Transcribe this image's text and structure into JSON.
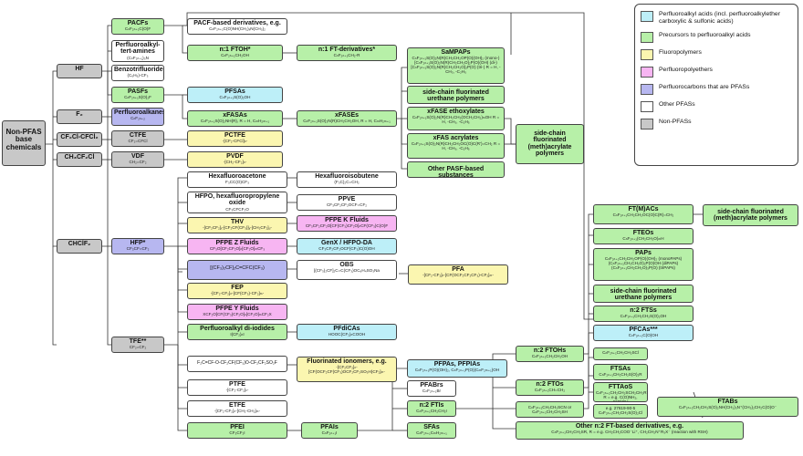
{
  "colors": {
    "gray": "#c8c8c8",
    "green": "#b7f0a8",
    "cyan": "#bdeff8",
    "yellow": "#fbf6b0",
    "pink": "#f7b5f2",
    "purple": "#b7b7f0",
    "white": "#ffffff"
  },
  "legend": [
    {
      "label": "Perfluoroalkyl acids (incl. perfluoroalkylether carboxylic & sulfonic acids)",
      "color": "#bdeff8"
    },
    {
      "label": "Precursors to perfluoroalkyl acids",
      "color": "#b7f0a8"
    },
    {
      "label": "Fluoropolymers",
      "color": "#fbf6b0"
    },
    {
      "label": "Perfluoropolyethers",
      "color": "#f7b5f2"
    },
    {
      "label": "Perfluorocarbons that are PFASs",
      "color": "#b7b7f0"
    },
    {
      "label": "Other PFASs",
      "color": "#ffffff"
    },
    {
      "label": "Non-PFASs",
      "color": "#c8c8c8"
    }
  ],
  "nodes": {
    "root": {
      "title": "Non-PFAS base chemicals",
      "formula": ""
    },
    "hf": {
      "title": "HF",
      "formula": ""
    },
    "f2": {
      "title": "F₂",
      "formula": ""
    },
    "cf2cfcl": {
      "title": "CF₂Cl-CFCl₂",
      "formula": ""
    },
    "ch3ccl": {
      "title": "CH₃CF₂Cl",
      "formula": ""
    },
    "chclf2": {
      "title": "CHClF₂",
      "formula": ""
    },
    "pacfs": {
      "title": "PACFs",
      "formula": "CₙF₂ₙ₊₁C(O)F"
    },
    "pfamines": {
      "title": "Perfluoroalkyl-tert-amines",
      "formula": "(CₙF₂ₙ₊₁)₃N"
    },
    "benzotri": {
      "title": "Benzotrifluoride",
      "formula": "(C₆H₅)-CF₃"
    },
    "pasfs": {
      "title": "PASFs",
      "formula": "CₙF₂ₙ₊₁S(O)₂F"
    },
    "pfalkanes": {
      "title": "Perfluoroalkanes",
      "formula": "CₙF₂ₙ₊₂"
    },
    "ctfe": {
      "title": "CTFE",
      "formula": "CF₂=CFCl"
    },
    "vdf": {
      "title": "VDF",
      "formula": "CH₂=CF₂"
    },
    "hfp": {
      "title": "HFP*",
      "formula": "CF₃CF=CF₂"
    },
    "tfe": {
      "title": "TFE**",
      "formula": "CF₂=CF₂"
    },
    "pacfder": {
      "title": "PACF-based derivatives, e.g.",
      "formula": "CₙF₂ₙ₊₁C(O)NH(CH₂)ₓN(CH₃)₂"
    },
    "ftoh": {
      "title": "n:1 FTOH*",
      "formula": "CₙF₂ₙ₊₁CH₂OH"
    },
    "n1ftder": {
      "title": "n:1 FT-derivatives*",
      "formula": "CₙF₂ₙ₊₁CH₂-R"
    },
    "pfsas": {
      "title": "PFSAs",
      "formula": "CₙF₂ₙ₊₁S(O)₂OH"
    },
    "xfasas": {
      "title": "xFASAs",
      "formula": "CₙF₂ₙ₊₁S(O)₂NH(R), R = H, CₘH₂ₘ₊₁"
    },
    "xfases": {
      "title": "xFASEs",
      "formula": "CₙF₂ₙ₊₁S(O)₂N(R)CH₂CH₂OH, R = H, CₘH₂ₘ₊₁"
    },
    "sampaps": {
      "title": "SaMPAPs",
      "formula": "CₙF₂ₙ₊₁S(O)₂N(R)CH₂CH₂OP(O)(OH)₂ (mono-) [CₙF₂ₙ₊₁S(O)₂N(R)CH₂CH₂O]₂P(O)(OH) (di-) [CₙF₂ₙ₊₁S(O)₂N(R)CH₂CH₂O]₃P(O) (tri-) R = H, -CH₃, -C₂H₅"
    },
    "scfu": {
      "title": "side-chain fluorinated urethane polymers",
      "formula": ""
    },
    "xfaseeth": {
      "title": "xFASE ethoxylates",
      "formula": "CₙF₂ₙ₊₁S(O)₂N(R)CH₂CH₂(OCH₂CH₂)ₘOH R = H, -CH₃, -C₂H₅"
    },
    "xfasacr": {
      "title": "xFAS acrylates",
      "formula": "CₙF₂ₙ₊₁S(O)₂N(R)CH₂CH₂OC(O)C(R')=CH₂ R = H, -CH₃, -C₂H₅"
    },
    "otherpasf": {
      "title": "Other PASF-based substances",
      "formula": ""
    },
    "scfacr1": {
      "title": "side-chain fluorinated (meth)acrylate polymers",
      "formula": ""
    },
    "pctfe": {
      "title": "PCTFE",
      "formula": "-[CF₂-CFCl]ₙ-"
    },
    "pvdf": {
      "title": "PVDF",
      "formula": "-[CH₂-CF₂]ₙ-"
    },
    "hfacetone": {
      "title": "Hexafluoroacetone",
      "formula": "F₃CC(O)CF₃"
    },
    "hfisobut": {
      "title": "Hexafluoroisobutene",
      "formula": "(F₃C)₂C=CH₂"
    },
    "hfpo": {
      "title": "HFPO, hexafluoropropylene oxide",
      "formula": "CF₃CFCF₂O"
    },
    "ppve": {
      "title": "PPVE",
      "formula": "CF₃CF₂CF₂OCF=CF₂"
    },
    "thv": {
      "title": "THV",
      "formula": "-[CF₂CF₂]ₓ-[CF₂CF(CF₃)]ᵧ-[CH₂CF₂]ᵤ-"
    },
    "pfpek": {
      "title": "PFPE K Fluids",
      "formula": "CF₃CF₂CF₂O[CF(CF₃)CF₂O]ₙCF(CF₃)C(O)F"
    },
    "pfpez": {
      "title": "PFPE Z Fluids",
      "formula": "CF₃O[CF₂CF₂O]ₙ[CF₂O]ₘCF₃"
    },
    "genx": {
      "title": "GenX / HFPO-DA",
      "formula": "CF₃CF₂CF₂OCF(CF₃)C(O)OH"
    },
    "olig": {
      "title": "[(CF₃)₂CF]₂C=CFC(CF₃)",
      "formula": ""
    },
    "obs": {
      "title": "OBS",
      "formula": "[(CF₃)₂CF]₂C=C(CF₃)OC₆H₄SO₃Na"
    },
    "fep": {
      "title": "FEP",
      "formula": "-[CF₂-CF₂]ₙ-[CF(CF₃)-CF₂]ₘ-"
    },
    "pfa": {
      "title": "PFA",
      "formula": "-[CF₂-CF₂]ₙ-[CF(OCF₂CF₂CF₃)-CF₂]ₘ-"
    },
    "pfpey": {
      "title": "PFPE Y Fluids",
      "formula": "XCF₂O[CF(CF₃)CF₂O]ₙ[CF₂O]ₘCF₂X"
    },
    "pfdiiod": {
      "title": "Perfluoroalkyl di-iodides",
      "formula": "I(CF₂)ₙI"
    },
    "pfdicas": {
      "title": "PFdiCAs",
      "formula": "HOOC(CF₂)ₙCOOH"
    },
    "monomer": {
      "title": "F₂C=CF-O-CF₂CF(CF₃)O-CF₂CF₂SO₂F",
      "formula": ""
    },
    "fluoroion": {
      "title": "Fluorinated ionomers, e.g.",
      "formula": "-[CF₂CF₂]ₙ-[CF(OCF₂CF(CF₃)OCF₂CF₂SO₃H)CF₂]ₘ-"
    },
    "ptfe": {
      "title": "PTFE",
      "formula": "-[CF₂-CF₂]ₙ-"
    },
    "etfe": {
      "title": "ETFE",
      "formula": "-[CF₂-CF₂]ₙ-[CH₂-CH₂]ₘ-"
    },
    "pfei": {
      "title": "PFEI",
      "formula": "CF₃CF₂I"
    },
    "pfais": {
      "title": "PFAIs",
      "formula": "CₙF₂ₙ₊₁I"
    },
    "pfpas": {
      "title": "PFPAs, PFPIAs",
      "formula": "CₙF₂ₙ₊₁P(O)(OH)₂, CₙF₂ₙ₊₁P(O)(CₘF₂ₘ₊₁)OH"
    },
    "pfabrs": {
      "title": "PFABrs",
      "formula": "CₙF₂ₙ₊₁Br"
    },
    "fti": {
      "title": "n:2 FTIs",
      "formula": "CₙF₂ₙ₊₁CH₂CH₂I"
    },
    "sfas": {
      "title": "SFAs",
      "formula": "CₙF₂ₙ₊₁CₘH₂ₘ₊₁"
    },
    "ftohs": {
      "title": "n:2 FTOHs",
      "formula": "CₙF₂ₙ₊₁CH₂CH₂OH"
    },
    "ftos": {
      "title": "n:2 FTOs",
      "formula": "CₙF₂ₙ₊₁CH=CH₂"
    },
    "ftsh": {
      "title": "",
      "formula": "CₙF₂ₙ₊₁CH₂CH₂SCN or CₙF₂ₙ₊₁CH₂CH₂SH"
    },
    "otherft": {
      "title": "Other n:2 FT-based derivatives, e.g.",
      "formula": "CₙF₂ₙ₊₁CH₂CH₂SR, R = e.g. CH₂CH₂COO⁻Li⁺, CH₂CH₂N⁺R₃X⁻ (reaction with RSH)"
    },
    "ftmacs": {
      "title": "FT(M)ACs",
      "formula": "CₙF₂ₙ₊₁CH₂CH₂OC(O)C(R)=CH₂"
    },
    "scfacr2": {
      "title": "side-chain fluorinated (meth)acrylate polymers",
      "formula": ""
    },
    "fteos": {
      "title": "FTEOs",
      "formula": "CₙF₂ₙ₊₁(CH₂CH₂O)ₘH"
    },
    "paps": {
      "title": "PAPs",
      "formula": "CₙF₂ₙ₊₁CH₂CH₂OP(O)(OH)₂ (monoPAPs) (CₙF₂ₙ₊₁CH₂CH₂O)₂P(O)OH (diPAPs) (CₙF₂ₙ₊₁CH₂CH₂O)₃P(O) (triPAPs)"
    },
    "scfu2": {
      "title": "side-chain fluorinated urethane polymers",
      "formula": ""
    },
    "fts": {
      "title": "n:2 FTSs",
      "formula": "CₙF₂ₙ₊₁CH₂CH₂S(O)₂OH"
    },
    "pfcas": {
      "title": "PFCAs***",
      "formula": "CₙF₂ₙ₊₁C(O)OH"
    },
    "ftcl": {
      "title": "",
      "formula": "CₙF₂ₙ₊₁CH₂CH₂SCl"
    },
    "ftsas": {
      "title": "FTSAs",
      "formula": "CₙF₂ₙ₊₁CH₂CH₂S(O)₂R"
    },
    "ftthio": {
      "title": "FTTAoS",
      "formula": "CₙF₂ₙ₊₁CH₂CH₂SCH₂CH₂R R = e.g. C(O)NH₂, C(O)OH"
    },
    "ftsacl": {
      "title": "",
      "formula": "e.g. 27619-90-5 CₙF₂ₙ₊₁CH₂CH₂S(O)₂Cl"
    },
    "ftabs": {
      "title": "FTABs",
      "formula": "CₙF₂ₙ₊₁CH₂CH₂S(O)₂NH(CH₂)₃N⁺(CH₃)₂CH₂C(O)O⁻"
    }
  }
}
